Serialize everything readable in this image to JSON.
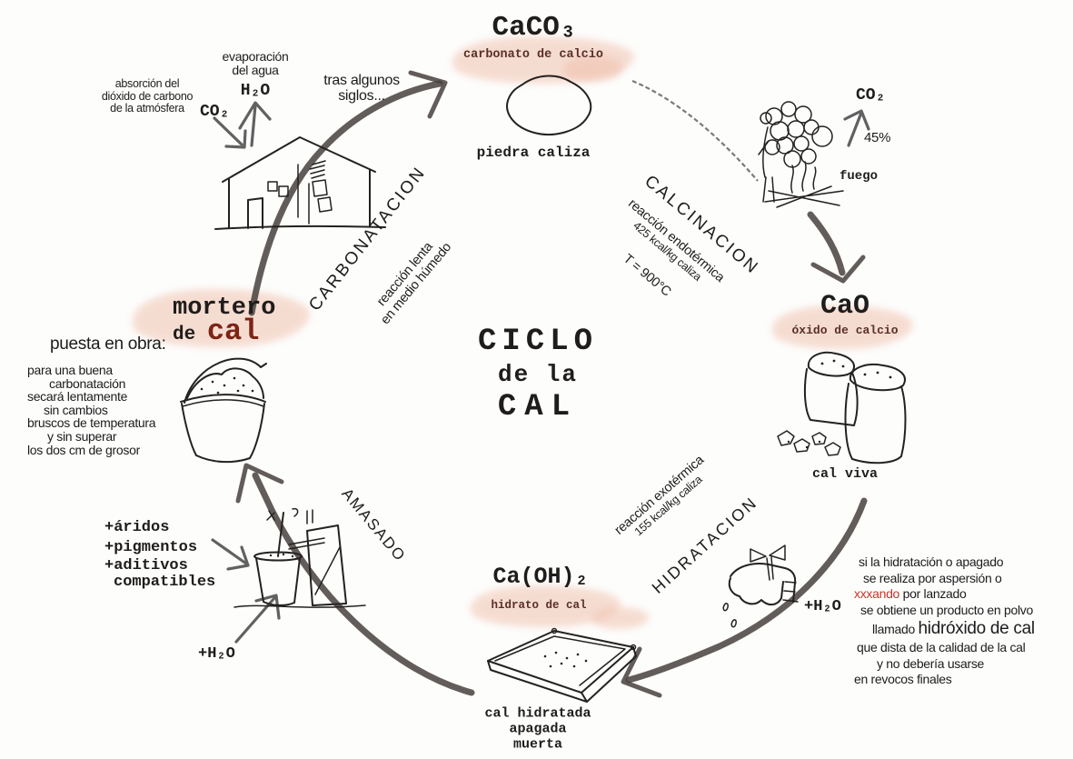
{
  "title": {
    "line1": "CICLO",
    "line2": "de la",
    "line3": "CAL"
  },
  "nodes": {
    "caco3": {
      "formula": "CaCO₃",
      "subtitle": "carbonato de calcio",
      "caption": "piedra caliza"
    },
    "cao": {
      "formula": "CaO",
      "subtitle": "óxido de calcio",
      "caption": "cal viva"
    },
    "caoh2": {
      "formula": "Ca(OH)₂",
      "subtitle": "hidrato de cal",
      "caption_lines": [
        "cal hidratada",
        "apagada",
        "muerta"
      ]
    },
    "mortero": {
      "title_top": "mortero",
      "title_prefix": "de ",
      "title_accent": "cal"
    }
  },
  "processes": {
    "carbonatacion": {
      "label": "CARBONATACION",
      "note1": "reacción lenta",
      "note2": "en medio húmedo"
    },
    "calcinacion": {
      "label": "CALCINACION",
      "note1": "reacción endotérmica",
      "note2": "425 kcal/kg caliza",
      "temperature": "T = 900°C"
    },
    "hidratacion": {
      "label": "HIDRATACION",
      "note1": "reacción exotérmica",
      "note2": "155 kcal/kg caliza"
    },
    "amasado": {
      "label": "AMASADO"
    }
  },
  "annotations": {
    "evaporacion": {
      "line1": "evaporación",
      "line2": "del agua",
      "formula": "H₂O"
    },
    "absorcion": {
      "line1": "absorción del",
      "line2": "dióxido de carbono",
      "line3": "de la atmósfera",
      "formula": "CO₂"
    },
    "siglos": {
      "line1": "tras algunos",
      "line2": "siglos..."
    },
    "fuego": {
      "co2": "CO₂",
      "pct": "45%",
      "label": "fuego"
    },
    "agua_faucet": "+H₂O",
    "amasado_inputs": {
      "line1": "+áridos",
      "line2": "+pigmentos",
      "line3": "+aditivos",
      "line4": "compatibles",
      "agua": "+H₂O"
    }
  },
  "side_left": {
    "heading": "puesta en obra:",
    "l1": "para una buena",
    "l2": "carbonatación",
    "l3": "secará lentamente",
    "l4": "sin cambios",
    "l5": "bruscos de temperatura",
    "l6": "y sin superar",
    "l7": "los dos cm de grosor"
  },
  "side_right": {
    "l1": "si la hidratación o apagado",
    "l2": "se realiza por aspersión o",
    "red_word": "xxxando",
    "after_red": " por lanzado",
    "l4": "se obtiene un producto en polvo",
    "llamado": "llamado ",
    "producto": "hidróxido de cal",
    "l6": "que dista de la calidad de la cal",
    "l7": "y no debería usarse",
    "l8": "en revocos finales"
  },
  "colors": {
    "accent_red": "#c4372a",
    "maroon": "#5a2f24",
    "wash_pink": "#efbda8",
    "ink": "#242220",
    "brush": "#46403d"
  }
}
